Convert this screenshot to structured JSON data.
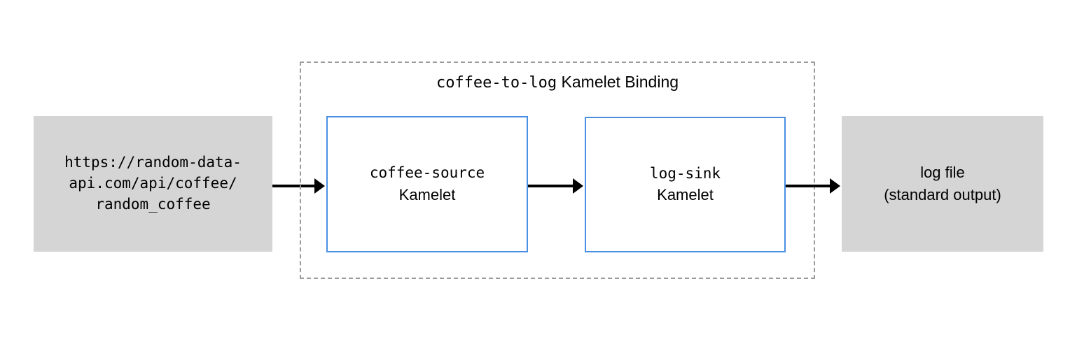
{
  "diagram": {
    "title_mono": "coffee-to-log",
    "title_sans": " Kamelet Binding",
    "colors": {
      "node_fill_gray": "#d5d5d5",
      "node_border_blue": "#4a90e2",
      "group_border": "#9b9b9b",
      "arrow": "#000000",
      "background": "#ffffff",
      "text": "#000000"
    },
    "source": {
      "label": "https://random-data-\napi.com/api/coffee/\nrandom_coffee",
      "style": "monospace"
    },
    "kamelet_source": {
      "name": "coffee-source",
      "kind": "Kamelet"
    },
    "kamelet_sink": {
      "name": "log-sink",
      "kind": "Kamelet"
    },
    "destination": {
      "label": "log file\n(standard output)",
      "style": "sans-serif"
    },
    "arrows": [
      {
        "name": "source-to-kamelet-source"
      },
      {
        "name": "kamelet-source-to-kamelet-sink"
      },
      {
        "name": "kamelet-sink-to-destination"
      }
    ]
  }
}
